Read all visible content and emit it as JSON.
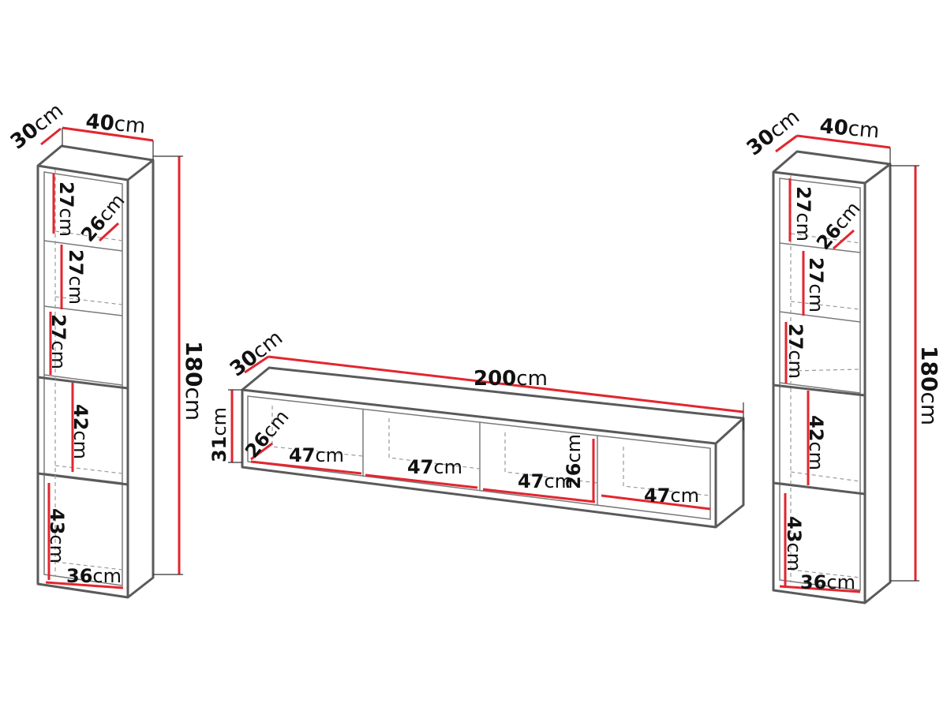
{
  "colors": {
    "dimension": "#e2262f",
    "outline": "#5a5a5a",
    "text": "#111111"
  },
  "unit": "cm",
  "cabinets": [
    {
      "id": "left-bookcase",
      "depth": {
        "value": "30",
        "unit": "cm"
      },
      "width": {
        "value": "40",
        "unit": "cm"
      },
      "height": {
        "value": "180",
        "unit": "cm"
      },
      "shelf_depth": {
        "value": "26",
        "unit": "cm"
      },
      "compartments": [
        {
          "value": "27",
          "unit": "cm"
        },
        {
          "value": "27",
          "unit": "cm"
        },
        {
          "value": "27",
          "unit": "cm"
        },
        {
          "value": "42",
          "unit": "cm"
        },
        {
          "value": "43",
          "unit": "cm"
        }
      ],
      "inner_width": {
        "value": "36",
        "unit": "cm"
      }
    },
    {
      "id": "tv-stand",
      "depth": {
        "value": "30",
        "unit": "cm"
      },
      "width": {
        "value": "200",
        "unit": "cm"
      },
      "height": {
        "value": "31",
        "unit": "cm"
      },
      "shelf_depth": {
        "value": "26",
        "unit": "cm"
      },
      "compartments": [
        {
          "value": "47",
          "unit": "cm"
        },
        {
          "value": "47",
          "unit": "cm"
        },
        {
          "value": "47",
          "unit": "cm"
        },
        {
          "value": "47",
          "unit": "cm"
        }
      ],
      "inner_height": {
        "value": "26",
        "unit": "cm"
      }
    },
    {
      "id": "right-bookcase",
      "depth": {
        "value": "30",
        "unit": "cm"
      },
      "width": {
        "value": "40",
        "unit": "cm"
      },
      "height": {
        "value": "180",
        "unit": "cm"
      },
      "shelf_depth": {
        "value": "26",
        "unit": "cm"
      },
      "compartments": [
        {
          "value": "27",
          "unit": "cm"
        },
        {
          "value": "27",
          "unit": "cm"
        },
        {
          "value": "27",
          "unit": "cm"
        },
        {
          "value": "42",
          "unit": "cm"
        },
        {
          "value": "43",
          "unit": "cm"
        }
      ],
      "inner_width": {
        "value": "36",
        "unit": "cm"
      }
    }
  ]
}
